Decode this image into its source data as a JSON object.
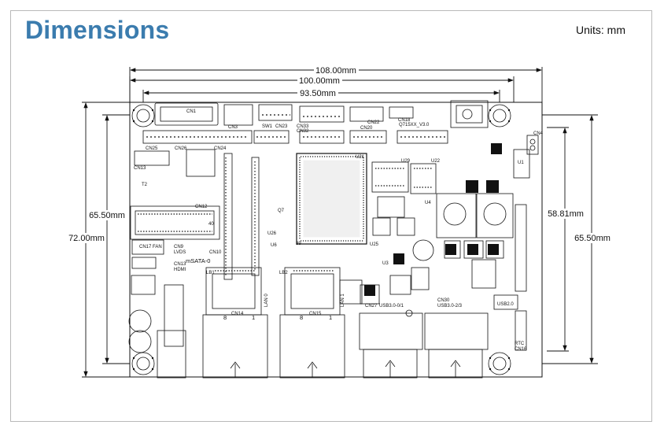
{
  "header": {
    "title": "Dimensions",
    "units": "Units: mm"
  },
  "dimensions": {
    "width_outer": "108.00mm",
    "width_mid": "100.00mm",
    "width_inner": "93.50mm",
    "height_left_outer": "72.00mm",
    "height_left_inner": "65.50mm",
    "height_right_inner": "58.81mm",
    "height_right_outer": "65.50mm"
  },
  "board": {
    "labels": {
      "cn1": "CN1",
      "cn3": "CN3",
      "sw1": "SW1",
      "cn23": "CN23",
      "cn33": "CN33",
      "cn32": "CN32",
      "cn22": "CN22",
      "cn20": "CN20",
      "cn18": "CN18",
      "board_id": "Q715XX_V3.0",
      "cn25": "CN25",
      "cn26": "CN26",
      "cn24": "CN24",
      "cn13": "CN13",
      "cn12": "CN12",
      "cn4": "CN4",
      "u1": "U1",
      "u21": "U21",
      "u29": "U29",
      "u22": "U22",
      "u4": "U4",
      "u3": "U3",
      "u25": "U25",
      "u26": "U26",
      "u6": "U6",
      "q7": "Q7",
      "n39": "39",
      "cn17": "CN17 FAN",
      "cn9": "CN9",
      "lvds": "LVDS",
      "cn10": "CN10",
      "msata": "mSATA-0",
      "cn13b": "CN13",
      "hdmi": "HDMI",
      "lb1": "LB1",
      "lb2": "LB2",
      "lan0": "LAN 0",
      "lan1": "LAN 1",
      "cn14": "CN14",
      "cn15": "CN15",
      "cn27": "CN27",
      "usb01": "USB3.0-0/1",
      "cn30": "CN30",
      "usb23": "USB3.0-2/3",
      "usb20": "USB2.0",
      "rtc": "RTC",
      "cn16": "CN16",
      "n8a": "8",
      "n1a": "1",
      "n8b": "8",
      "n1b": "1",
      "n40": "40",
      "t2": "T2"
    }
  },
  "colors": {
    "title": "#3b7cae",
    "line": "#111111",
    "frame": "#b9b9b9"
  }
}
